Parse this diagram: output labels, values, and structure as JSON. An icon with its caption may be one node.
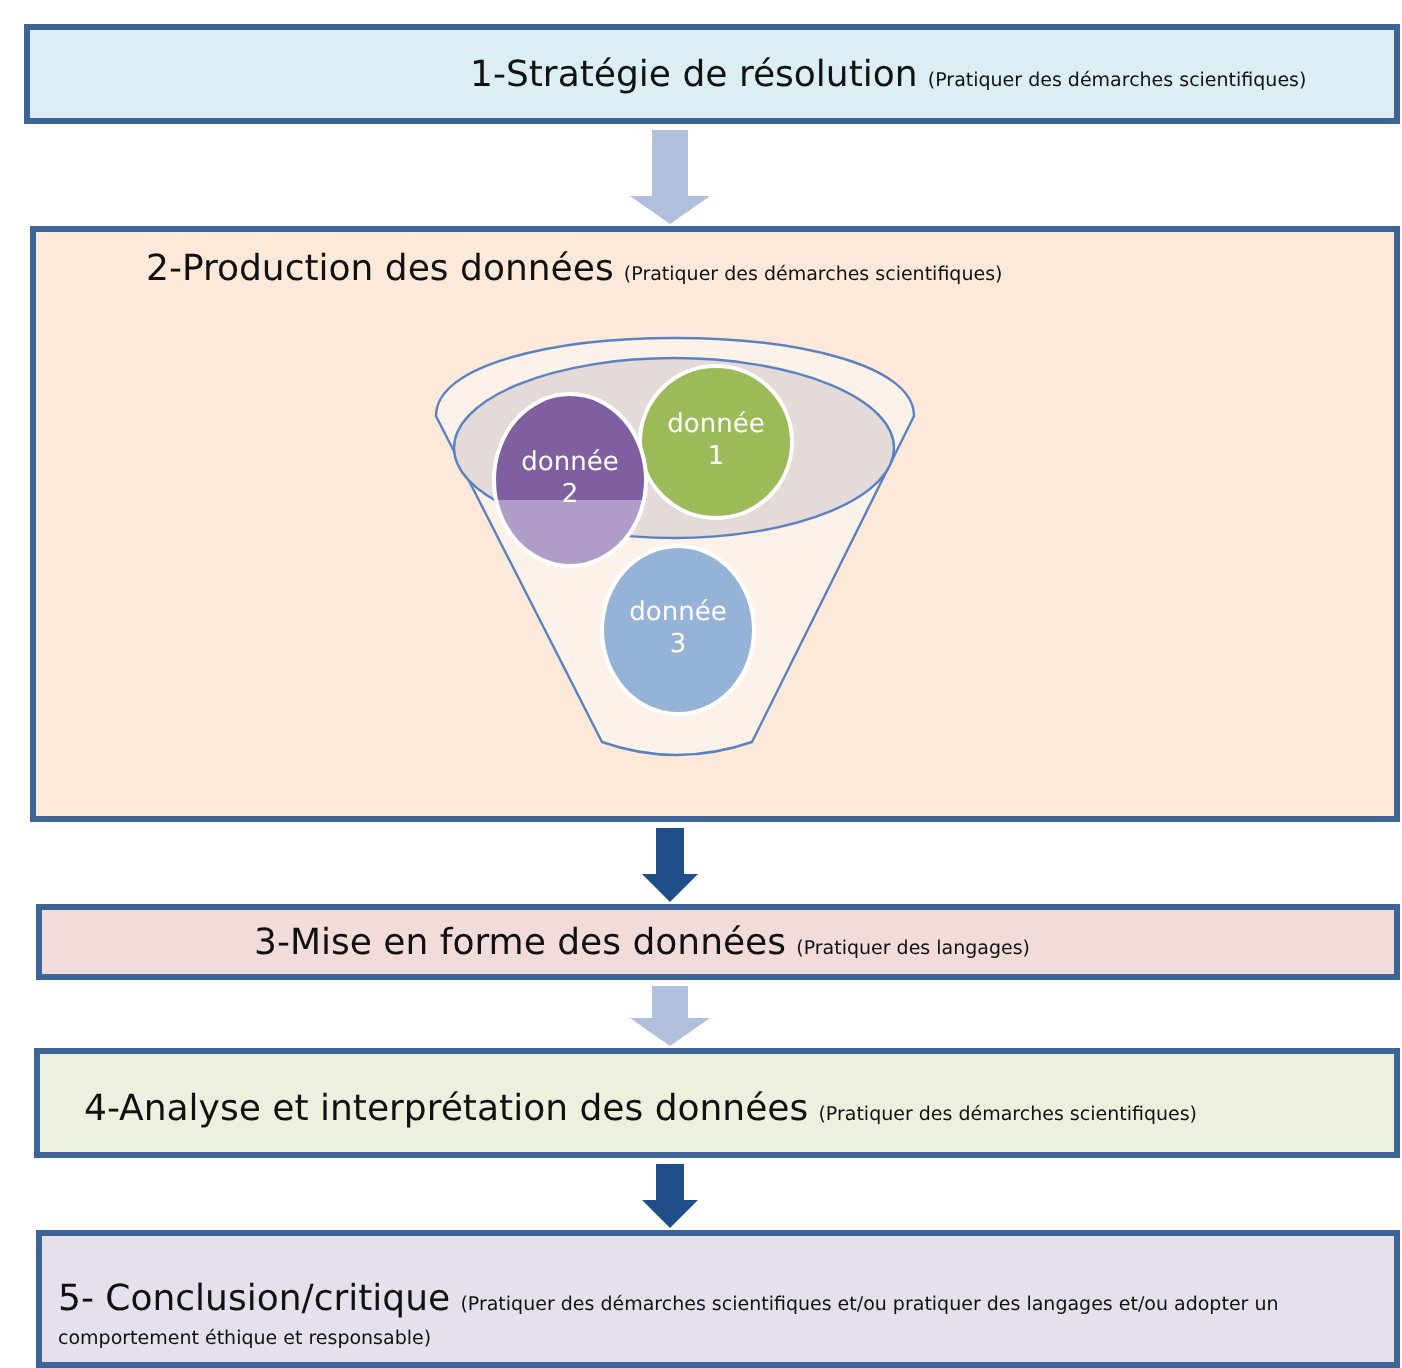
{
  "diagram": {
    "nodes": [
      {
        "text": [
          "1-Stratégie de résolution",
          "(Pratiquer des démarches scientifiques)"
        ]
      },
      {
        "text": [
          "2-Production des données",
          "(Pratiquer des démarches scientifiques)"
        ]
      },
      {
        "text": [],
        "shape": "funnel",
        "in": 1
      },
      {
        "text": [
          "donnée 1"
        ],
        "in": 2
      },
      {
        "text": [
          "donnée 2"
        ],
        "in": 2
      },
      {
        "text": [
          "donnée 3"
        ],
        "in": 2
      },
      {
        "text": [
          "3-Mise en forme des données",
          "(Pratiquer des langages)"
        ]
      },
      {
        "text": [
          "4-Analyse et interprétation des données",
          "(Pratiquer des démarches scientifiques)"
        ]
      },
      {
        "text": [
          "5- Conclusion/critique",
          "(Pratiquer des démarches scientifiques et/ou pratiquer des langages et/ou adopter un comportement éthique et responsable)"
        ]
      }
    ],
    "edges": [
      {
        "from": 0,
        "to": 1,
        "arrow": "to",
        "color": "#b0c0dc"
      },
      {
        "from": 1,
        "to": 6,
        "arrow": "to",
        "color": "#1f4e89"
      },
      {
        "from": 6,
        "to": 7,
        "arrow": "to",
        "color": "#b0c0dc"
      },
      {
        "from": 7,
        "to": 8,
        "arrow": "to",
        "color": "#1f4e89"
      }
    ]
  }
}
